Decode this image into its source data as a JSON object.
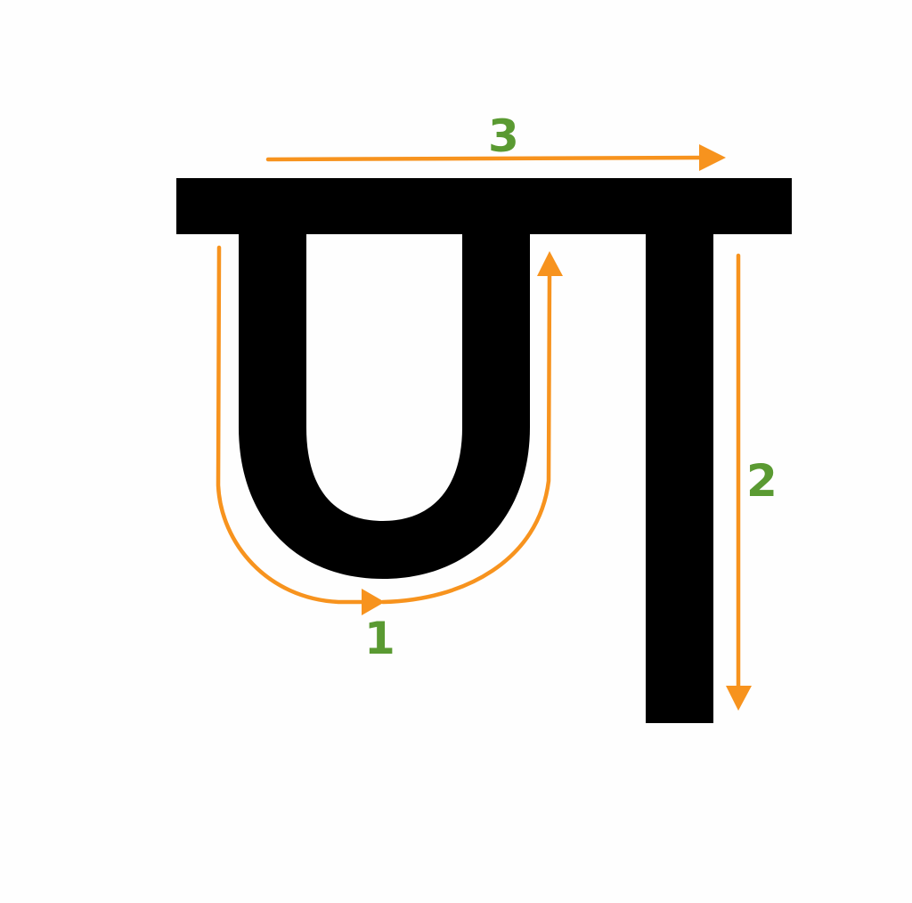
{
  "letter": {
    "color": "#000000"
  },
  "arrows": {
    "color": "#f7931e"
  },
  "labels": {
    "color": "#5a9a32",
    "step_1": "1",
    "step_2": "2",
    "step_3": "3"
  },
  "background": "#fefefe"
}
